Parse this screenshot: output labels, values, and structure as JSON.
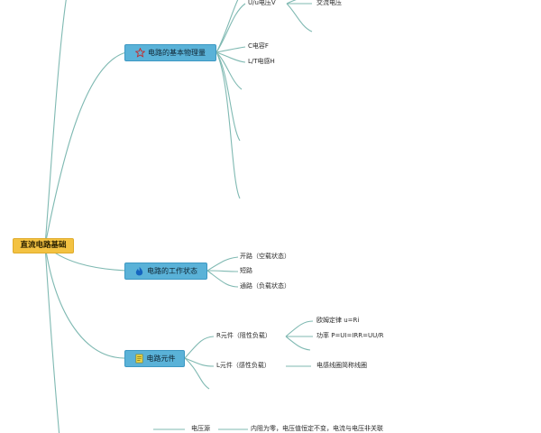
{
  "colors": {
    "line": "#7fb9b2",
    "root_fill": "#f3c242",
    "topic_fill": "#5ab2d8"
  },
  "root": {
    "label": "直流电路基础"
  },
  "topics": [
    {
      "label": "电路的基本物理量",
      "icon": "star-outline-icon"
    },
    {
      "label": "电路的工作状态",
      "icon": "flame-icon"
    },
    {
      "label": "电路元件",
      "icon": "document-icon"
    }
  ],
  "quantities": {
    "voltage": "U/u电压V",
    "ac_voltage": "交流电压",
    "capacitance": "C电容F",
    "inductance": "L/T电感H"
  },
  "states": {
    "open": "开路（空载状态）",
    "short": "短路",
    "closed": "通路（负载状态）"
  },
  "elements": {
    "r_element": "R元件（阻性负载）",
    "ohms_law": "欧姆定律 u=Ri",
    "power": "功率 P=UI=IRR=UU/R",
    "l_element": "L元件（感性负载）",
    "coil": "电感线圈简称线圈"
  },
  "sources": {
    "voltage_source": "电压源",
    "voltage_source_desc": "内阻为零，电压值恒定不变，电流与电压非关联"
  }
}
